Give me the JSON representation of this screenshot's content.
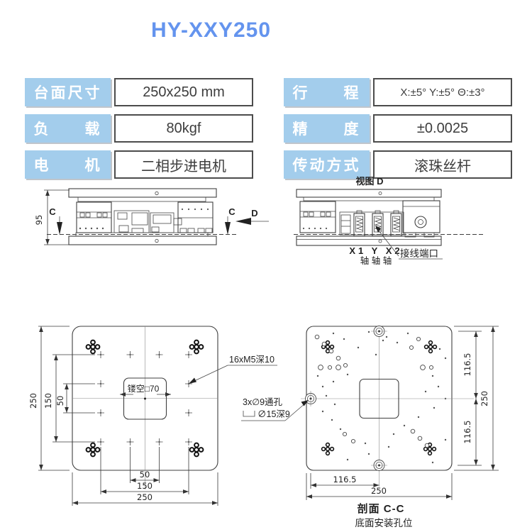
{
  "title": "HY-XXY250",
  "colors": {
    "accent_blue": "#6494ee",
    "header_bg": "#a3cdec",
    "header_text": "#ffffff",
    "line": "#3f3f3f"
  },
  "specs": {
    "left": [
      {
        "label": "台面尺寸",
        "value": "250x250 mm"
      },
      {
        "label": "负　　载",
        "value": "80kgf"
      },
      {
        "label": "电　　机",
        "value": "二相步进电机"
      }
    ],
    "right": [
      {
        "label": "行　　程",
        "value": "X:±5°  Y:±5°  Θ:±3°"
      },
      {
        "label": "精　　度",
        "value": "±0.0025"
      },
      {
        "label": "传动方式",
        "value": "滚珠丝杆"
      }
    ]
  },
  "front_view": {
    "height_dim": "95",
    "section_c_left": "C",
    "section_c_right": "C",
    "view_d_arrow": "D"
  },
  "view_d": {
    "title": "视图 D",
    "axes_line1": "X1 Y X2",
    "axes_line2": "轴 轴 轴",
    "port_label": "接线端口"
  },
  "top_view": {
    "dim_left_250": "250",
    "dim_left_150": "150",
    "dim_left_50": "50",
    "dim_bottom_50": "50",
    "dim_bottom_150": "150",
    "dim_bottom_250": "250",
    "hollow_label": "镂空□70",
    "thread_note": "16xM5深10"
  },
  "section_view": {
    "hole_note_line1": "3x∅9通孔",
    "hole_note_line2": "∅15深9",
    "dim_right_116_top": "116.5",
    "dim_right_116_bottom": "116.5",
    "dim_right_250": "250",
    "dim_bottom_116": "116.5",
    "dim_bottom_250": "250",
    "section_label": "剖面 C-C",
    "caption": "底面安装孔位"
  }
}
